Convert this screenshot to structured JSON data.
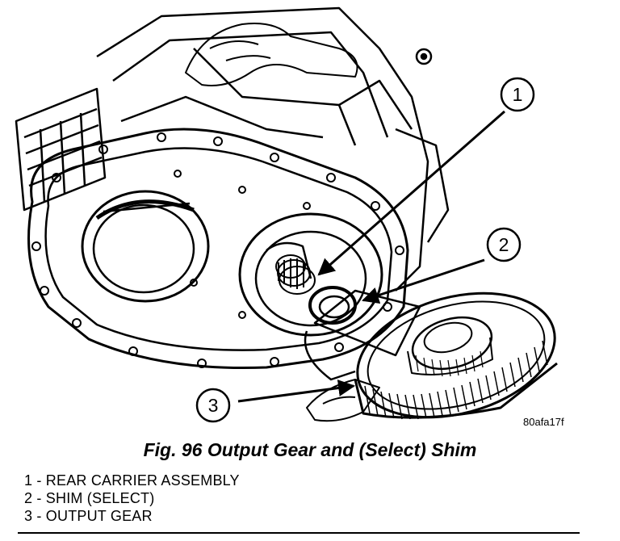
{
  "figure": {
    "image_code": "80afa17f",
    "callouts": [
      {
        "number": "1"
      },
      {
        "number": "2"
      },
      {
        "number": "3"
      }
    ]
  },
  "caption": "Fig. 96 Output Gear and (Select) Shim",
  "legend": [
    {
      "text": "1 - REAR CARRIER ASSEMBLY"
    },
    {
      "text": "2 - SHIM (SELECT)"
    },
    {
      "text": "3 - OUTPUT GEAR"
    }
  ]
}
